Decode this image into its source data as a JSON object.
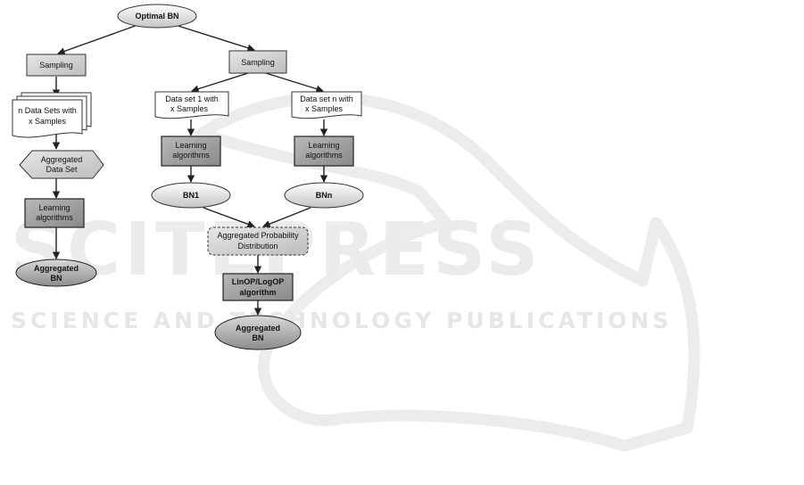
{
  "watermark": {
    "brand": "SCITEPRESS",
    "tagline": "SCIENCE AND TECHNOLOGY PUBLICATIONS"
  },
  "diagram": {
    "root": "Optimal BN",
    "left": {
      "sampling": "Sampling",
      "datasets": [
        "n Data Sets with",
        "x Samples"
      ],
      "aggregated_dataset": [
        "Aggregated",
        "Data Set"
      ],
      "learning": [
        "Learning",
        "algorithms"
      ],
      "result": [
        "Aggregated",
        "BN"
      ]
    },
    "right": {
      "sampling": "Sampling",
      "dataset_1": [
        "Data set 1 with",
        "x Samples"
      ],
      "dataset_n": [
        "Data set n with",
        "x Samples"
      ],
      "learning_1": [
        "Learning",
        "algorithms"
      ],
      "learning_n": [
        "Learning",
        "algorithms"
      ],
      "bn_1": "BN1",
      "bn_n": "BNn",
      "aggregated_distribution": [
        "Aggregated Probability",
        "Distribution"
      ],
      "pooling": [
        "LinOP/LogOP",
        "algorithm"
      ],
      "result": [
        "Aggregated",
        "BN"
      ]
    }
  }
}
